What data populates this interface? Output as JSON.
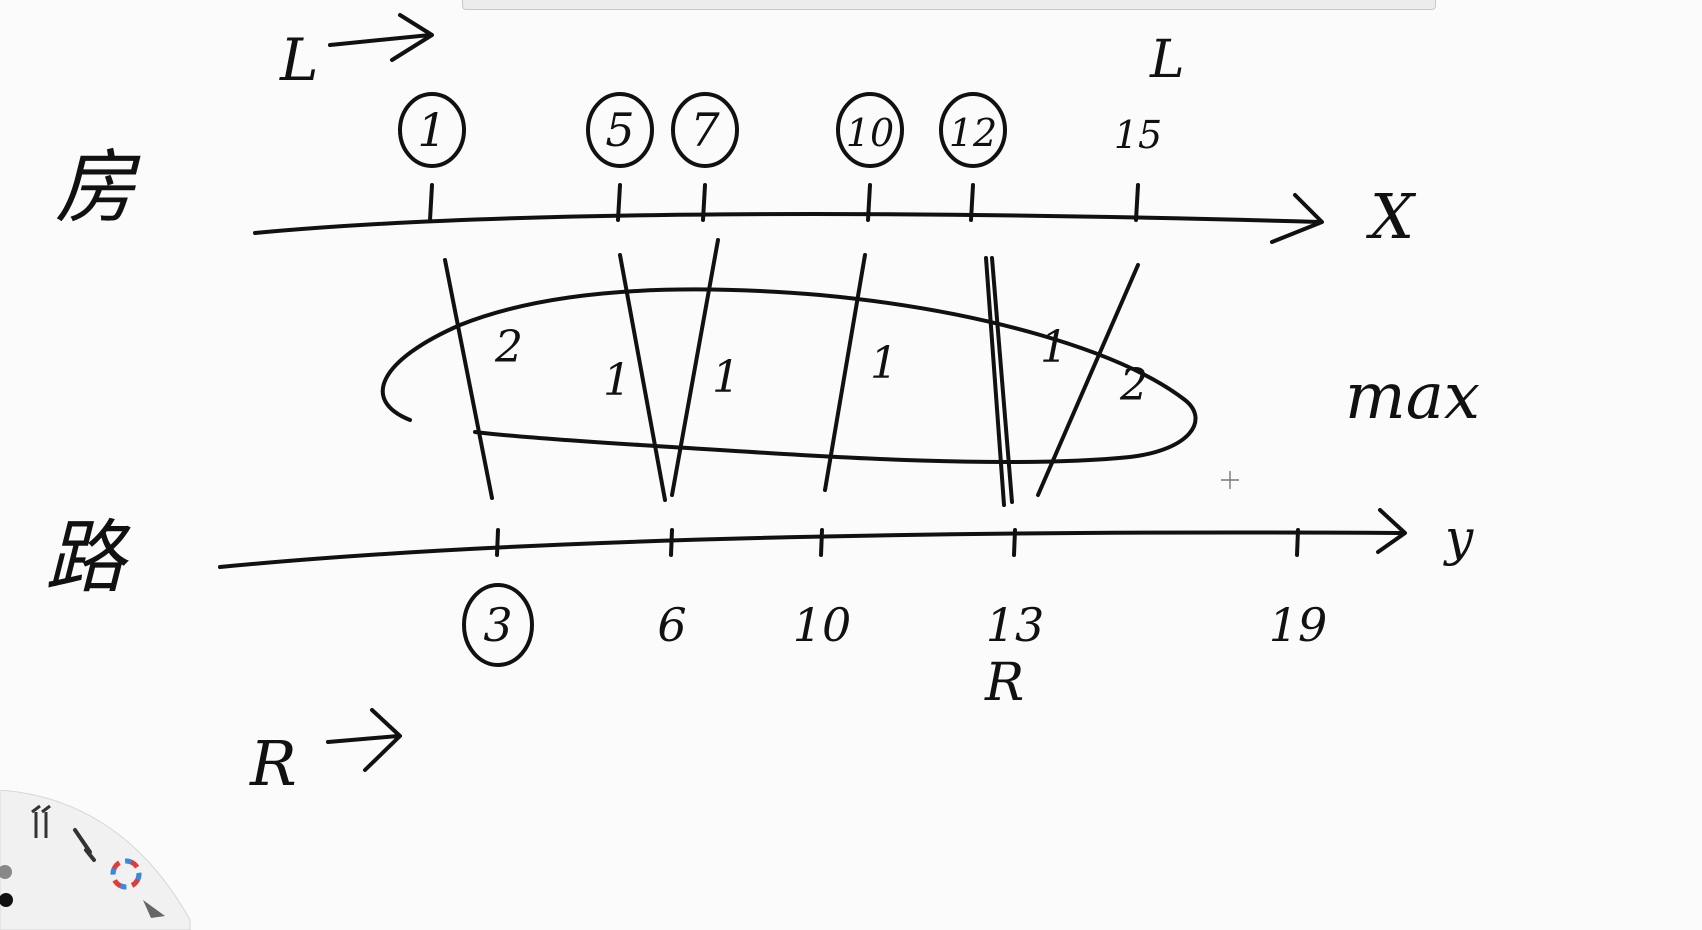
{
  "labels": {
    "l_pointer": "L",
    "r_pointer": "R",
    "top_axis_var": "X",
    "bottom_axis_var": "y",
    "l_marker": "L",
    "r_marker": "R",
    "max_note": "max",
    "side_top": "房",
    "side_bottom": "路"
  },
  "top_marks": [
    {
      "label": "1",
      "circled": true
    },
    {
      "label": "5",
      "circled": true
    },
    {
      "label": "7",
      "circled": true
    },
    {
      "label": "10",
      "circled": true
    },
    {
      "label": "12",
      "circled": true
    },
    {
      "label": "15",
      "circled": false
    }
  ],
  "bottom_marks": [
    {
      "label": "3",
      "circled": true
    },
    {
      "label": "6",
      "circled": false
    },
    {
      "label": "10",
      "circled": false
    },
    {
      "label": "13",
      "circled": false
    },
    {
      "label": "19",
      "circled": false
    }
  ],
  "segment_counts": [
    "2",
    "1",
    "1",
    "1",
    "1",
    "2"
  ],
  "tool_icons": [
    "tools-icon",
    "brush-icon",
    "color-wheel-icon",
    "pointer-icon"
  ],
  "colors": {
    "ink": "#111111",
    "paper": "#fbfbfb"
  }
}
